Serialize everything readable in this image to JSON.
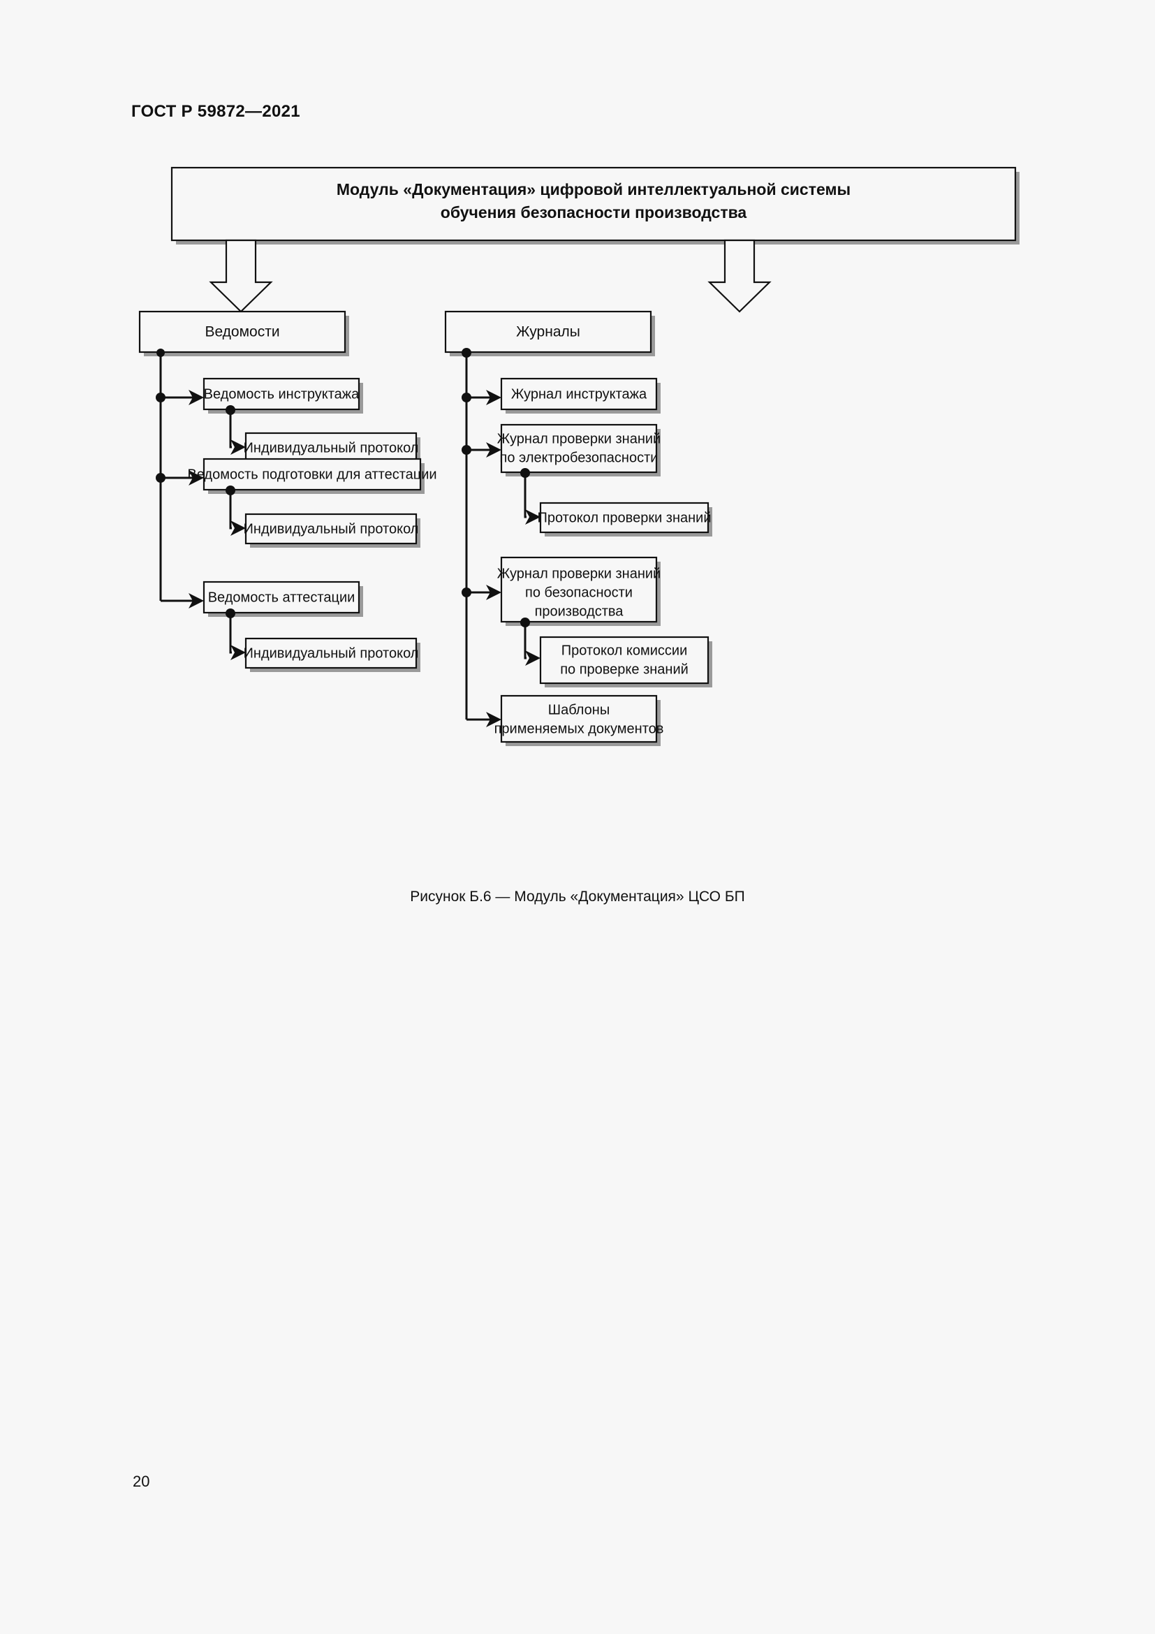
{
  "document": {
    "standard_header": "ГОСТ Р 59872—2021",
    "page_number": "20",
    "figure_caption": "Рисунок Б.6 — Модуль «Документация» ЦСО БП"
  },
  "colors": {
    "page_background": "#f7f7f7",
    "ink": "#111111",
    "box_fill": "#f7f7f7",
    "shadow": "#9a9a9a"
  },
  "diagram": {
    "root": {
      "line1": "Модуль «Документация» цифровой интеллектуальной системы",
      "line2": "обучения безопасности производства"
    },
    "branches": [
      {
        "title": "Ведомости",
        "children": [
          {
            "label": "Ведомость инструктажа",
            "child": {
              "label": "Индивидуальный протокол"
            }
          },
          {
            "label": "Ведомость подготовки для аттестации",
            "child": {
              "label": "Индивидуальный протокол"
            }
          },
          {
            "label": "Ведомость  аттестации",
            "child": {
              "label": "Индивидуальный протокол"
            }
          }
        ]
      },
      {
        "title": "Журналы",
        "children": [
          {
            "label": "Журнал инструктажа",
            "child": null
          },
          {
            "label_line1": "Журнал проверки знаний",
            "label_line2": "по электробезопасности",
            "child": {
              "label": "Протокол проверки знаний"
            }
          },
          {
            "label_line1": "Журнал проверки знаний",
            "label_line2": "по безопасности",
            "label_line3": "производства",
            "child": {
              "label_line1": "Протокол комиссии",
              "label_line2": "по проверке знаний"
            }
          },
          {
            "label_line1": "Шаблоны",
            "label_line2": "применяемых документов",
            "child": null
          }
        ]
      }
    ]
  }
}
